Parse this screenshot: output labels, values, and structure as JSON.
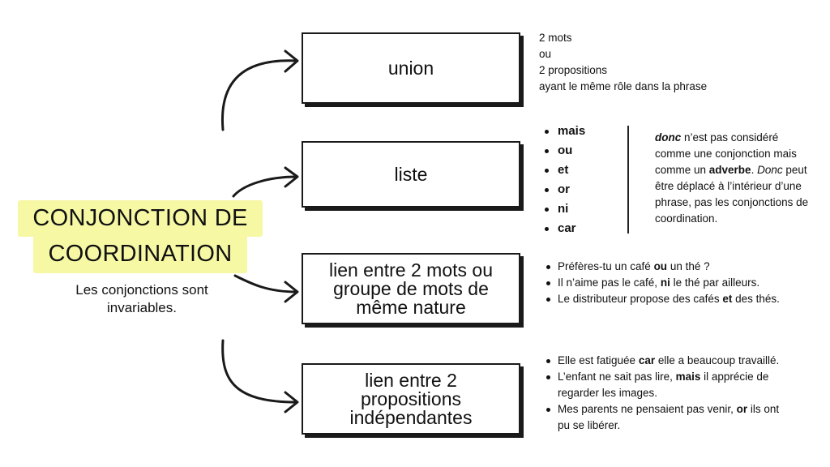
{
  "center": {
    "title_line1": "CONJONCTION DE",
    "title_line2": "COORDINATION",
    "subtitle": "Les conjonctions sont invariables.",
    "highlight_color": "#f6f8a4"
  },
  "boxes": [
    {
      "label": "union"
    },
    {
      "label": "liste"
    },
    {
      "label": "lien entre 2 mots ou groupe de mots de même nature"
    },
    {
      "label": "lien entre 2 propositions indépendantes"
    }
  ],
  "union_note": {
    "lines": [
      "2 mots",
      "ou",
      "2 propositions",
      "ayant le même rôle dans la phrase"
    ]
  },
  "liste_items": [
    "mais",
    "ou",
    "et",
    "or",
    "ni",
    "car"
  ],
  "donc_note": {
    "part1": "donc",
    "part2": " n’est pas considéré comme une conjonction mais comme un ",
    "part3": "adverbe",
    "part4": ". ",
    "part5": "Donc",
    "part6": " peut être déplacé à l’intérieur d’une phrase, pas les conjonctions de coordination."
  },
  "examples_mots": [
    {
      "before": "Préfères-tu un café ",
      "bold": "ou",
      "after": " un thé ?"
    },
    {
      "before": "Il n’aime pas le café, ",
      "bold": "ni",
      "after": " le thé par ailleurs."
    },
    {
      "before": "Le distributeur propose des cafés ",
      "bold": "et",
      "after": " des thés."
    }
  ],
  "examples_props": [
    {
      "before": "Elle est fatiguée ",
      "bold": "car",
      "after": " elle a beaucoup travaillé."
    },
    {
      "before": "L’enfant ne sait pas lire, ",
      "bold": "mais",
      "after": " il apprécie de regarder les images."
    },
    {
      "before": "Mes parents ne pensaient pas venir, ",
      "bold": "or",
      "after": " ils ont pu se libérer."
    }
  ]
}
